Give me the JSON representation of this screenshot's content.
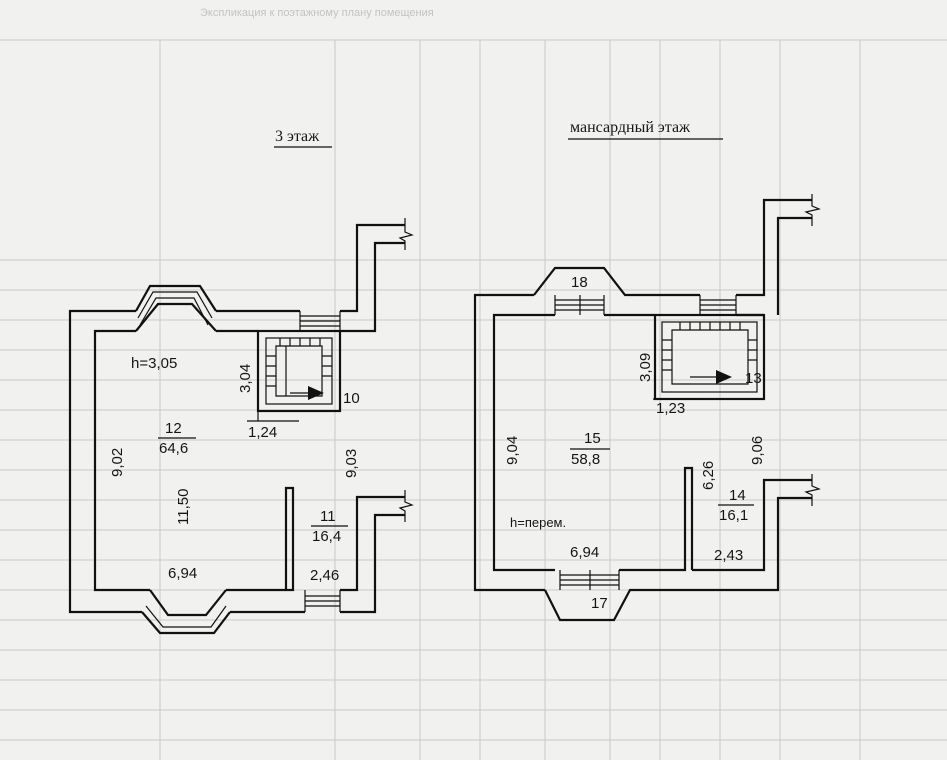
{
  "background_header": "Экспликация к поэтажному плану помещения",
  "floor3": {
    "title": "3 этаж",
    "height_note": "h=3,05",
    "rooms": [
      {
        "number": "12",
        "area": "64,6"
      },
      {
        "number": "11",
        "area": "16,4"
      },
      {
        "number": "10",
        "area": ""
      }
    ],
    "dimensions": [
      "9,02",
      "11,50",
      "6,94",
      "3,04",
      "1,24",
      "9,03",
      "2,46"
    ]
  },
  "attic": {
    "title": "мансардный этаж",
    "height_note": "h=перем.",
    "rooms": [
      {
        "number": "15",
        "area": "58,8"
      },
      {
        "number": "14",
        "area": "16,1"
      },
      {
        "number": "13",
        "area": ""
      },
      {
        "number": "18",
        "area": ""
      },
      {
        "number": "17",
        "area": ""
      }
    ],
    "dimensions": [
      "9,04",
      "3,09",
      "1,23",
      "9,06",
      "6,26",
      "2,43",
      "6,94"
    ]
  }
}
